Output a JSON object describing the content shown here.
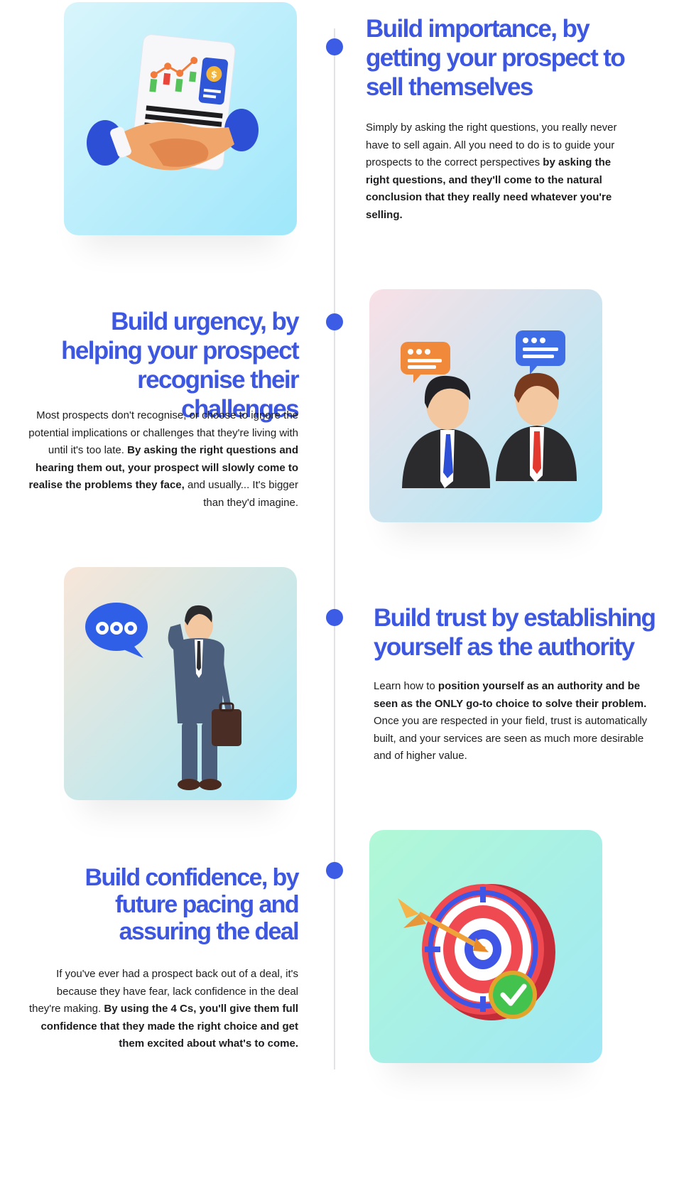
{
  "sections": [
    {
      "title": "Build importance, by getting your prospect to sell themselves",
      "body_plain": "Simply by asking the right questions, you really never have to sell again. All you need to do is to guide your prospects to the correct perspectives ",
      "body_bold": "by asking the right questions, and they'll come to the natural conclusion that they really need whatever you're selling.",
      "image_icon": "handshake-document-icon",
      "image_gradient": [
        "#d9f5fb",
        "#9fe7fb"
      ]
    },
    {
      "title": "Build urgency, by helping your prospect recognise their challenges",
      "body_plain": "Most prospects don't recognise, or choose to ignore the potential implications or challenges that they're living with until it's too late. ",
      "body_bold": "By asking the right questions and hearing them out, your prospect will slowly come to realise the problems they face,",
      "body_plain2": " and usually... It's bigger than they'd imagine.",
      "image_icon": "two-businessmen-chat-icon",
      "image_gradient": [
        "#f9e0e6",
        "#a5e9f8"
      ]
    },
    {
      "title": "Build trust by establishing yourself as the authority",
      "body_plain": "Learn how to ",
      "body_bold": "position yourself as an authority and be seen as the ONLY go-to choice to solve their problem.",
      "body_plain2": " Once you are respected in your field, trust is automatically built, and your services are seen as much more desirable and of higher value.",
      "image_icon": "businessman-phone-icon",
      "image_gradient": [
        "#f8e6d8",
        "#a4e9f8"
      ]
    },
    {
      "title": "Build confidence, by future pacing and assuring the deal",
      "body_plain": "If you've ever had a prospect back out of a deal, it's because they have fear, lack confidence in the deal they're making. ",
      "body_bold": "By using the 4 Cs, you'll give them full confidence that they made the right choice and get them excited about what's to come.",
      "image_icon": "target-arrow-check-icon",
      "image_gradient": [
        "#b1f8d6",
        "#9fe7f6"
      ]
    }
  ],
  "colors": {
    "accent": "#3d57e0",
    "timeline": "#e1e1e6",
    "text": "#1d1d1f"
  }
}
